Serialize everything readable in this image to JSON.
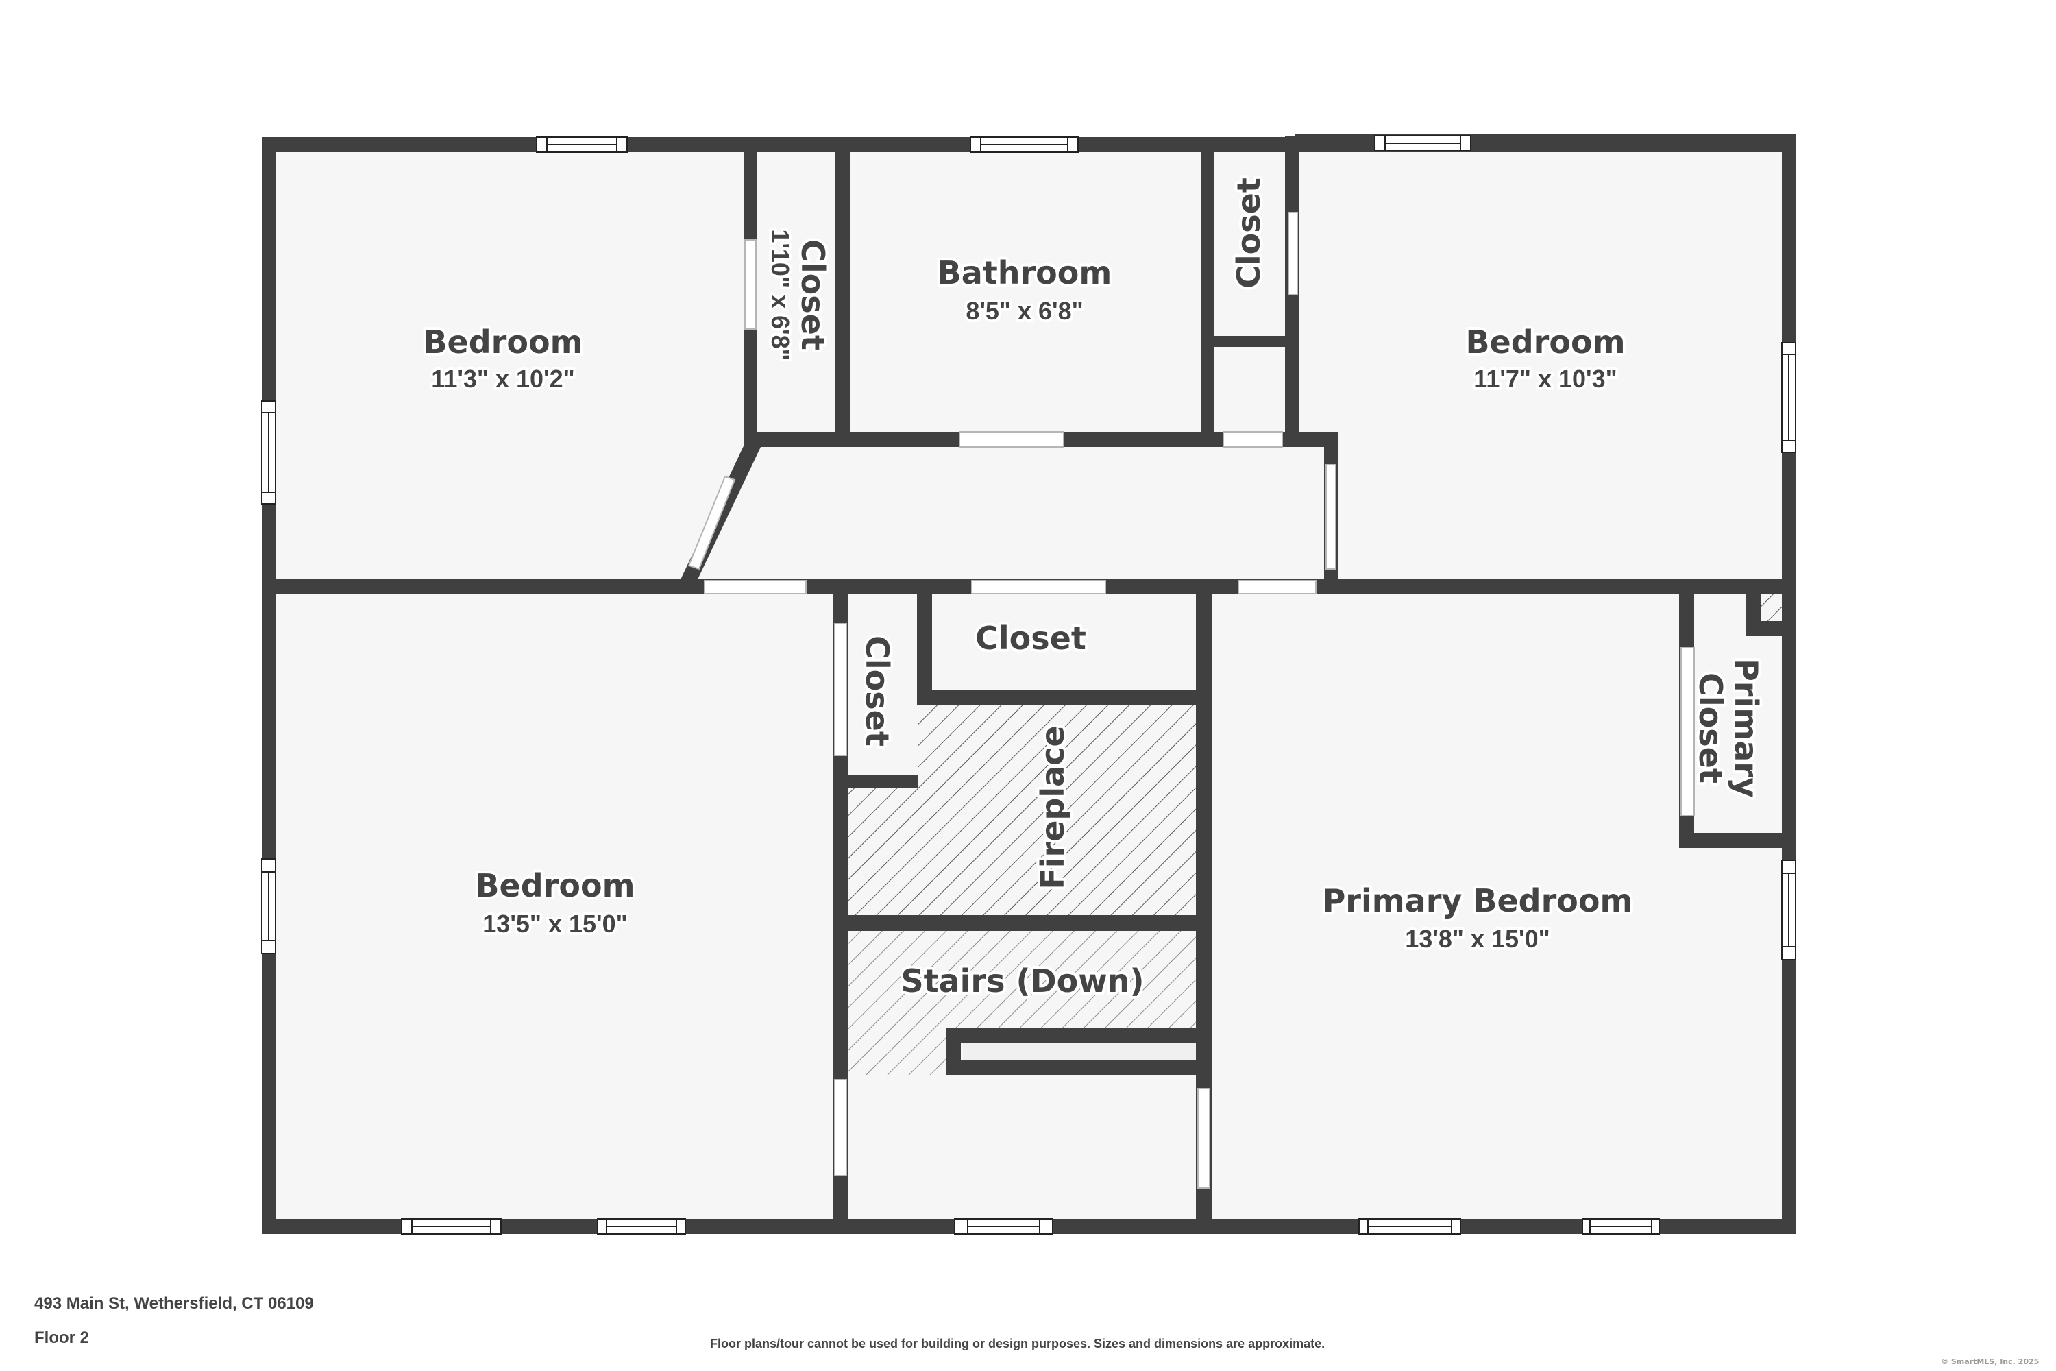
{
  "property": {
    "address": "493 Main St, Wethersfield, CT 06109",
    "floor": "Floor 2"
  },
  "disclaimer": "Floor plans/tour cannot be used for building or design purposes. Sizes and dimensions are approximate.",
  "copyright": "© SmartMLS, Inc.  2025",
  "colors": {
    "wall": "#404040",
    "floor": "#f6f6f6",
    "label": "#444444",
    "background": "#ffffff"
  },
  "rooms": {
    "bedroom_nw": {
      "name": "Bedroom",
      "dimensions": "11'3\" x 10'2\""
    },
    "closet_nw": {
      "name": "Closet",
      "dimensions": "1'10\" x 6'8\""
    },
    "bathroom": {
      "name": "Bathroom",
      "dimensions": "8'5\" x 6'8\""
    },
    "closet_n": {
      "name": "Closet"
    },
    "bedroom_ne": {
      "name": "Bedroom",
      "dimensions": "11'7\" x 10'3\""
    },
    "bedroom_sw": {
      "name": "Bedroom",
      "dimensions": "13'5\" x 15'0\""
    },
    "closet_center_small": {
      "name": "Closet"
    },
    "closet_center": {
      "name": "Closet"
    },
    "fireplace": {
      "name": "Fireplace"
    },
    "stairs": {
      "name": "Stairs (Down)"
    },
    "primary_bedroom": {
      "name": "Primary Bedroom",
      "dimensions": "13'8\" x 15'0\""
    },
    "primary_closet": {
      "name_line1": "Primary",
      "name_line2": "Closet"
    }
  }
}
